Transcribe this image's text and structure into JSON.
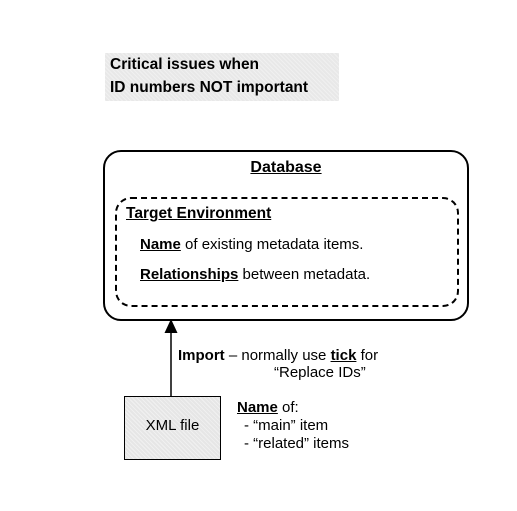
{
  "title": {
    "line1": "Critical issues when",
    "line2": "ID numbers NOT important"
  },
  "database": {
    "title": "Database",
    "target": {
      "title": "Target Environment",
      "items": [
        {
          "keyword": "Name",
          "rest": " of existing metadata items."
        },
        {
          "keyword": "Relationships",
          "rest": " between metadata."
        }
      ]
    }
  },
  "import": {
    "keyword": "Import",
    "middle": " – normally use ",
    "tick": "tick",
    "after": " for",
    "line2": "“Replace IDs”"
  },
  "xml_file": {
    "label": "XML file"
  },
  "name_note": {
    "keyword": "Name",
    "after": " of:",
    "items": [
      "- “main” item",
      "- “related” items"
    ]
  },
  "colors": {
    "title_background": "#e8e8e8",
    "xml_box_background": "#e6e6e6",
    "stroke": "#000000"
  }
}
